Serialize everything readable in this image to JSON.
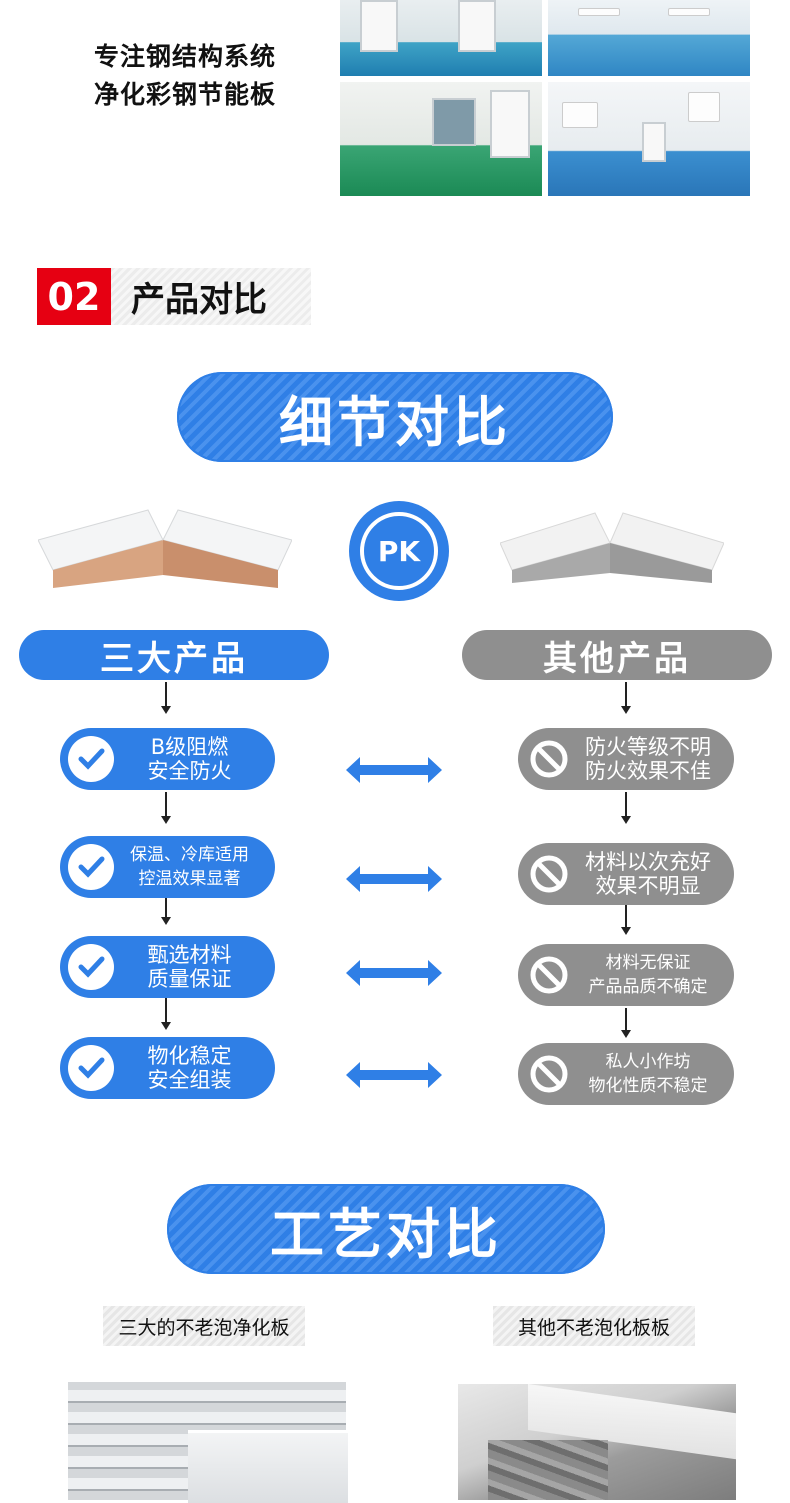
{
  "top": {
    "tagline_line1": "专注钢结构系统",
    "tagline_line2": "净化彩钢节能板"
  },
  "section": {
    "number": "02",
    "title": "产品对比"
  },
  "detail_banner": "细节对比",
  "pk_label": "PK",
  "left_column": {
    "title": "三大产品",
    "items": [
      {
        "line1": "B级阻燃",
        "line2": "安全防火"
      },
      {
        "line1": "保温、冷库适用",
        "line2": "控温效果显著"
      },
      {
        "line1": "甄选材料",
        "line2": "质量保证"
      },
      {
        "line1": "物化稳定",
        "line2": "安全组装"
      }
    ]
  },
  "right_column": {
    "title": "其他产品",
    "items": [
      {
        "line1": "防火等级不明",
        "line2": "防火效果不佳"
      },
      {
        "line1": "材料以次充好",
        "line2": "效果不明显"
      },
      {
        "line1": "材料无保证",
        "line2": "产品品质不确定"
      },
      {
        "line1": "私人小作坊",
        "line2": "物化性质不稳定"
      }
    ]
  },
  "craft_banner": "工艺对比",
  "craft": {
    "left_caption": "三大的不老泡净化板",
    "right_caption": "其他不老泡化板板"
  },
  "colors": {
    "brand_blue": "#2f7fe6",
    "gray": "#8f8f8f",
    "red": "#e60012"
  },
  "icons": {
    "good": "check-circle-icon",
    "bad": "prohibited-icon",
    "compare": "double-arrow-icon"
  }
}
